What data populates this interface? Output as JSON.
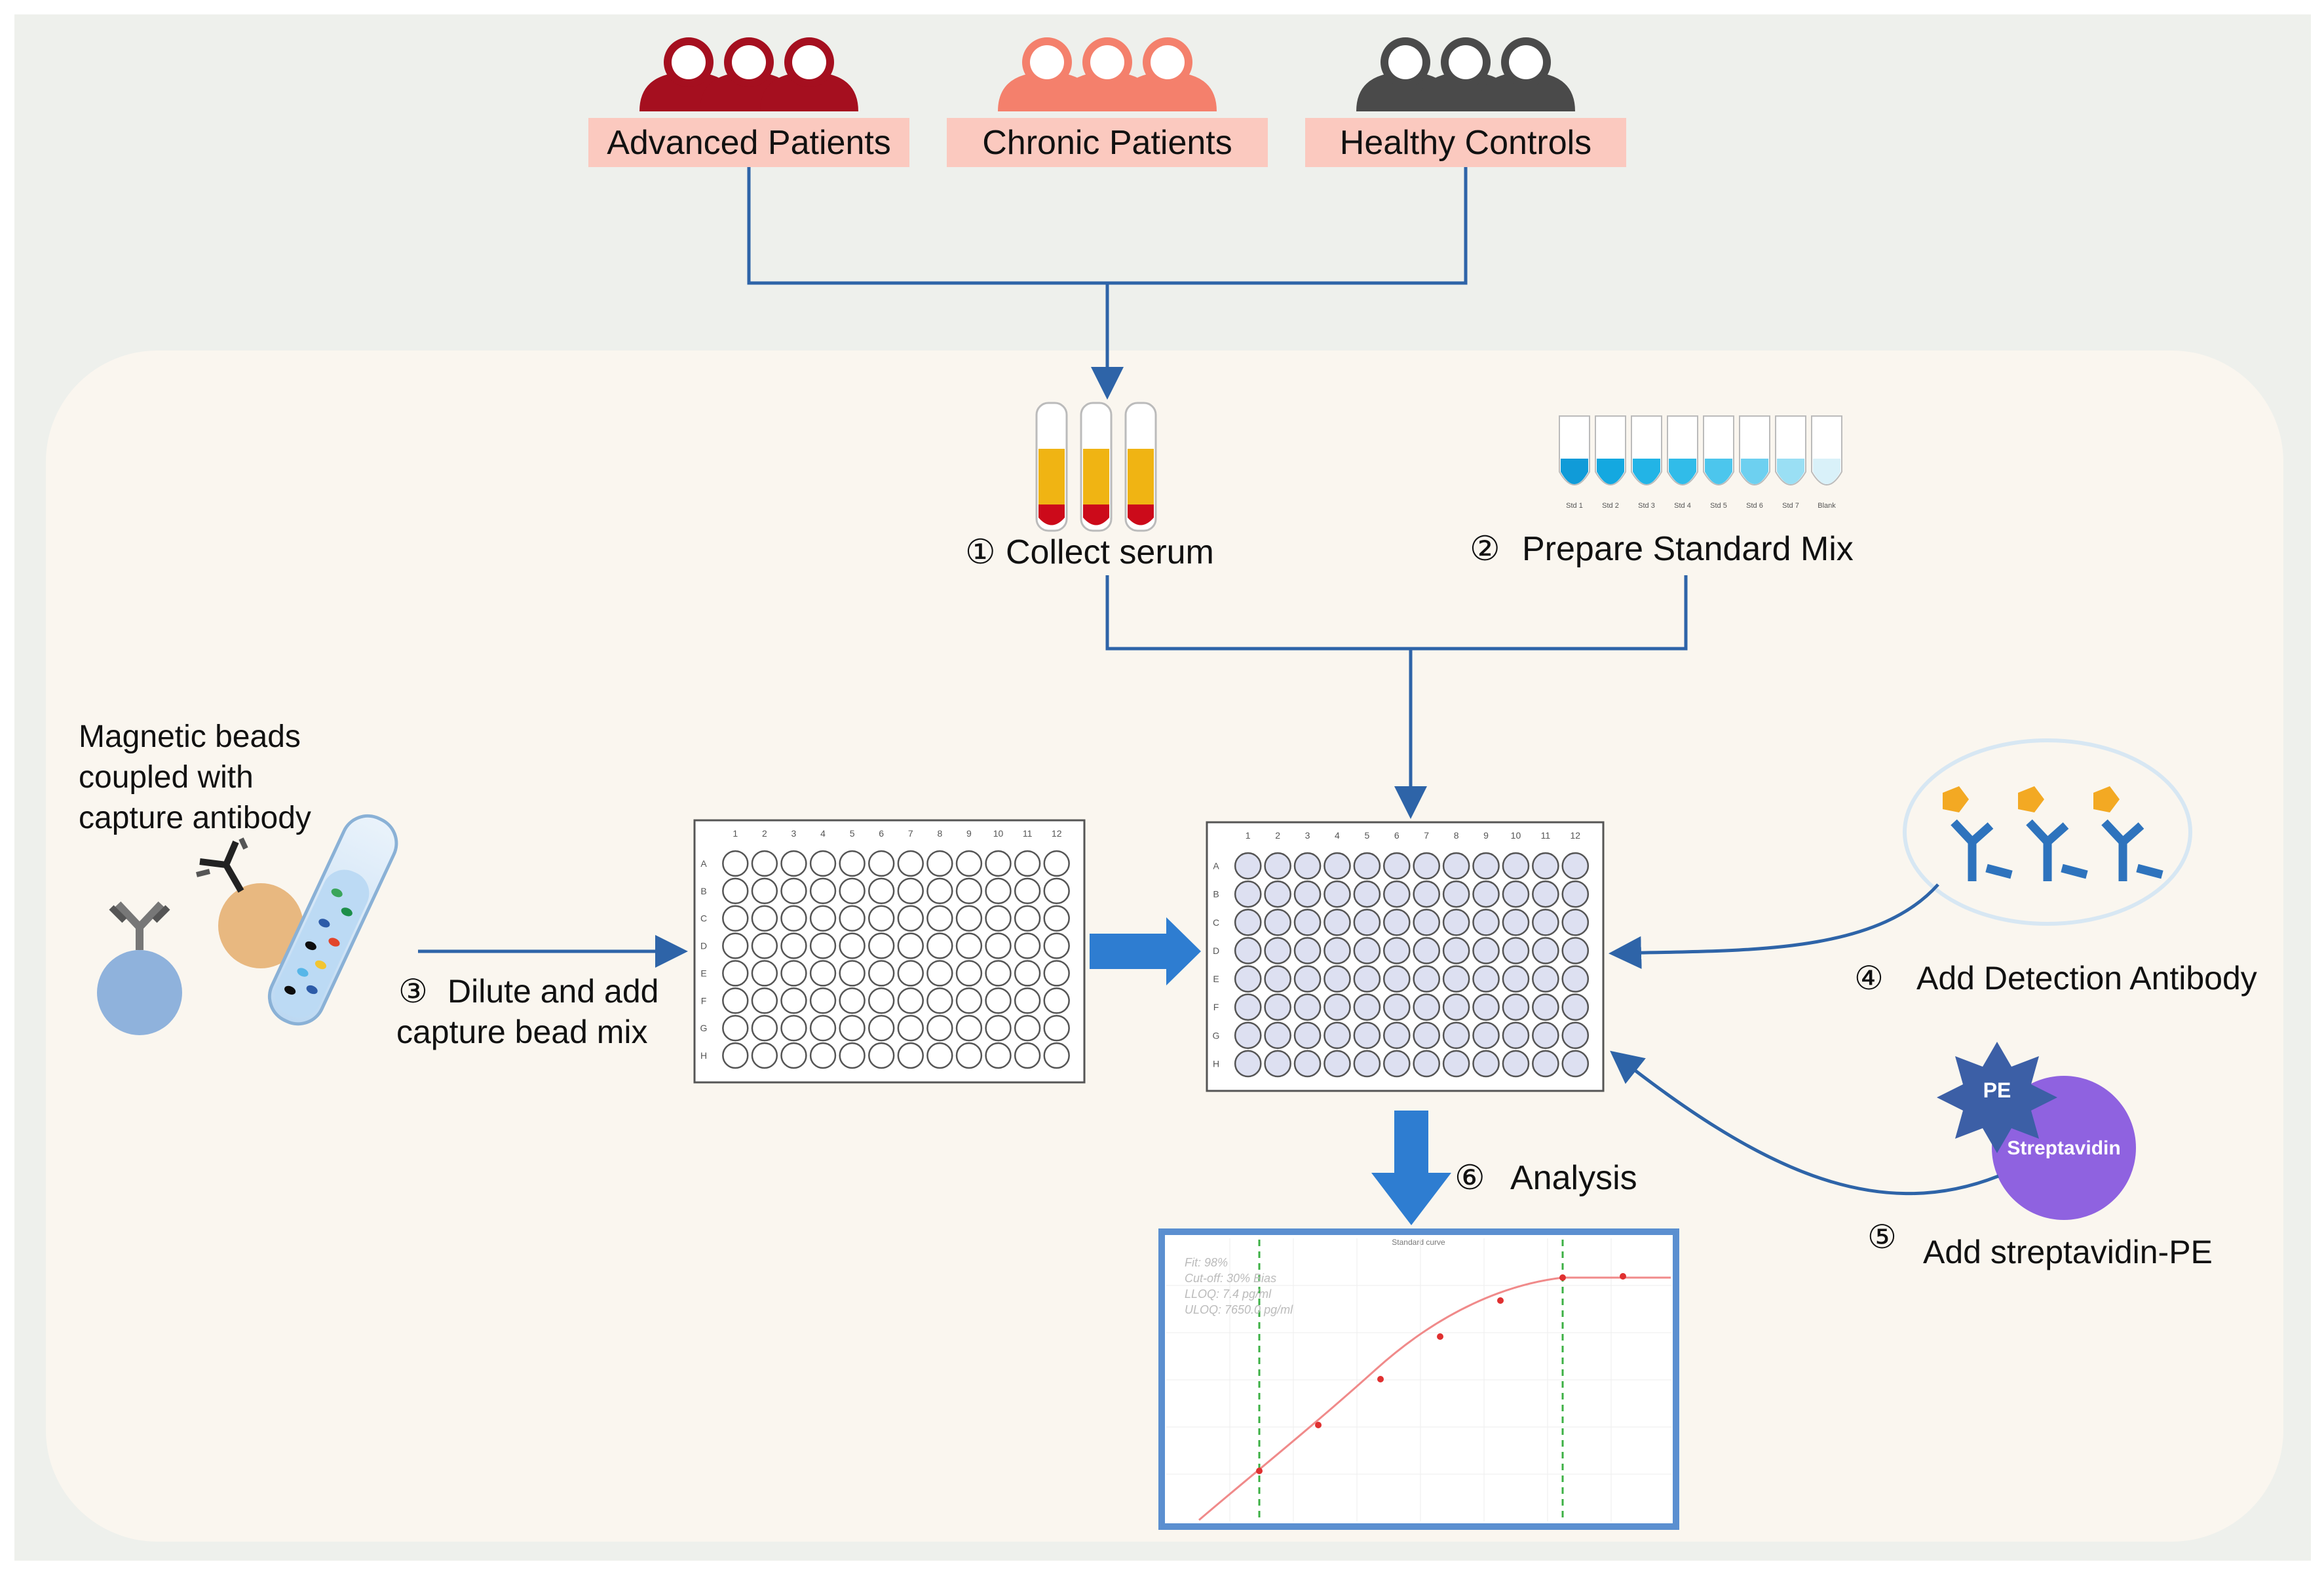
{
  "groups": [
    {
      "label": "Advanced Patients",
      "color": "#a50f1f",
      "icon": "people-icon"
    },
    {
      "label": "Chronic Patients",
      "color": "#f4806c",
      "icon": "people-icon"
    },
    {
      "label": "Healthy Controls",
      "color": "#4a4a4a",
      "icon": "people-icon"
    }
  ],
  "steps": {
    "collect_serum": {
      "number": "①",
      "label": "Collect serum"
    },
    "prepare_standard": {
      "number": "②",
      "label": "Prepare Standard Mix"
    },
    "dilute": {
      "number": "③",
      "line1": "Dilute and add",
      "line2": "capture bead mix"
    },
    "detection": {
      "number": "④",
      "label": "Add Detection Antibody"
    },
    "streptavidin": {
      "number": "⑤",
      "label": "Add streptavidin-PE"
    },
    "analysis": {
      "number": "⑥",
      "label": "Analysis"
    }
  },
  "beads_label": {
    "line1": "Magnetic beads",
    "line2": "coupled with",
    "line3": "capture antibody"
  },
  "standards": [
    "Std 1",
    "Std 2",
    "Std 3",
    "Std 4",
    "Std 5",
    "Std 6",
    "Std 7",
    "Blank"
  ],
  "plate": {
    "columns": [
      "1",
      "2",
      "3",
      "4",
      "5",
      "6",
      "7",
      "8",
      "9",
      "10",
      "11",
      "12"
    ],
    "rows": [
      "A",
      "B",
      "C",
      "D",
      "E",
      "F",
      "G",
      "H"
    ]
  },
  "pe_label": "PE",
  "streptavidin_label": "Streptavidin",
  "curve": {
    "title": "Standard curve",
    "stats": [
      "Fit: 98%",
      "Cut-off: 30% Bias",
      "LLOQ: 7.4 pg/ml",
      "ULOQ: 7650.0 pg/ml"
    ]
  },
  "colors": {
    "outer_bg": "#eef0ec",
    "panel_bg": "#faf6ef",
    "connector": "#2e64a8",
    "label_box": "#fbc9bf",
    "plate_well_fill": "#dde0f1",
    "serum_yellow": "#f0b413",
    "blood_red": "#cc0a1a",
    "pe_star": "#3c5fa6",
    "streptavidin": "#8f62e0"
  }
}
